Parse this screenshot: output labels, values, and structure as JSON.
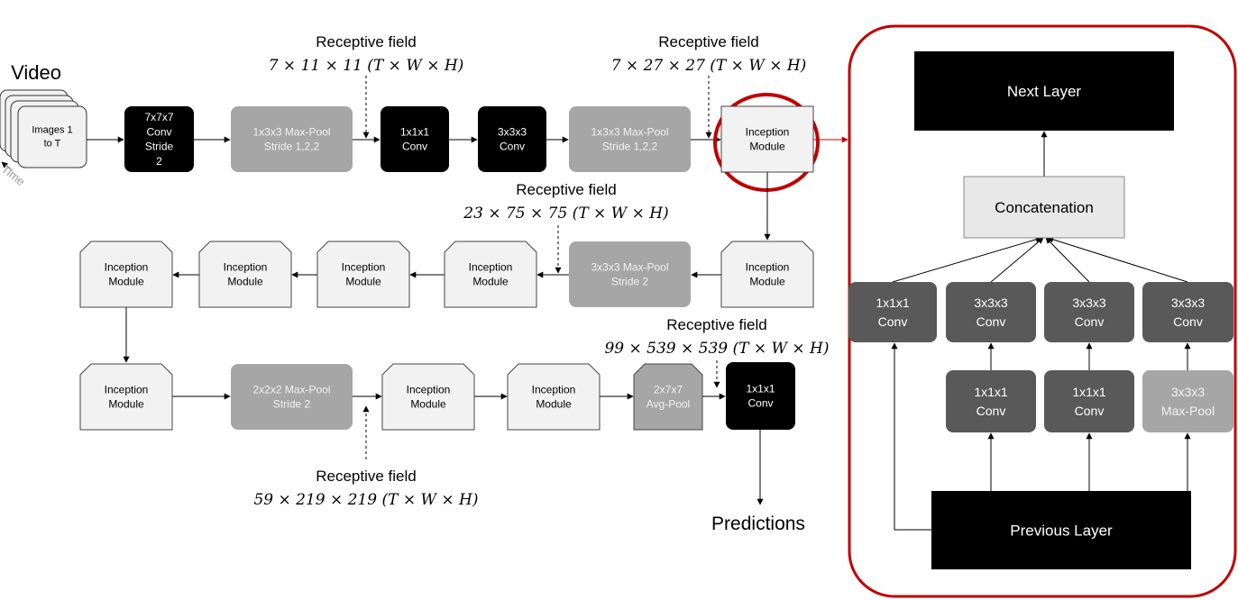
{
  "colors": {
    "black": "#000000",
    "dark": "#595959",
    "mid": "#a6a6a6",
    "light": "#f2f2f2",
    "concat": "#e8e8e8",
    "accent": "#c00000"
  },
  "video": {
    "label": "Video",
    "frames_label": "Images 1 to T",
    "time_label": "Time"
  },
  "row1": {
    "conv7": "7x7x7 Conv Stride 2",
    "pool1": "1x3x3 Max-Pool Stride 1,2,2",
    "conv1": "1x1x1 Conv",
    "conv3": "3x3x3 Conv",
    "pool2": "1x3x3 Max-Pool Stride 1,2,2",
    "inception": "Inception Module"
  },
  "row2": {
    "inception_a": "Inception Module",
    "pool": "3x3x3 Max-Pool Stride 2",
    "inception_b": "Inception Module",
    "inception_c": "Inception Module",
    "inception_d": "Inception Module",
    "inception_e": "Inception Module"
  },
  "row3": {
    "inception_a": "Inception Module",
    "pool": "2x2x2 Max-Pool Stride 2",
    "inception_b": "Inception Module",
    "inception_c": "Inception Module",
    "avgpool": "2x7x7 Avg-Pool",
    "conv": "1x1x1 Conv"
  },
  "receptive_fields": {
    "title": "Receptive field",
    "rf1": "7 × 11 × 11 (T × W × H)",
    "rf2": "7 × 27 × 27 (T × W × H)",
    "rf3": "23 × 75 × 75 (T × W × H)",
    "rf4": "99 × 539 × 539 (T × W × H)",
    "rf5": "59 × 219 × 219 (T × W × H)"
  },
  "predictions": "Predictions",
  "detail": {
    "next_layer": "Next Layer",
    "concatenation": "Concatenation",
    "previous_layer": "Previous Layer",
    "branch1": "1x1x1 Conv",
    "branch2_top": "3x3x3 Conv",
    "branch3_top": "3x3x3 Conv",
    "branch4_top": "3x3x3 Conv",
    "branch2_bottom": "1x1x1 Conv",
    "branch3_bottom": "1x1x1 Conv",
    "branch4_bottom": "3x3x3 Max-Pool"
  }
}
